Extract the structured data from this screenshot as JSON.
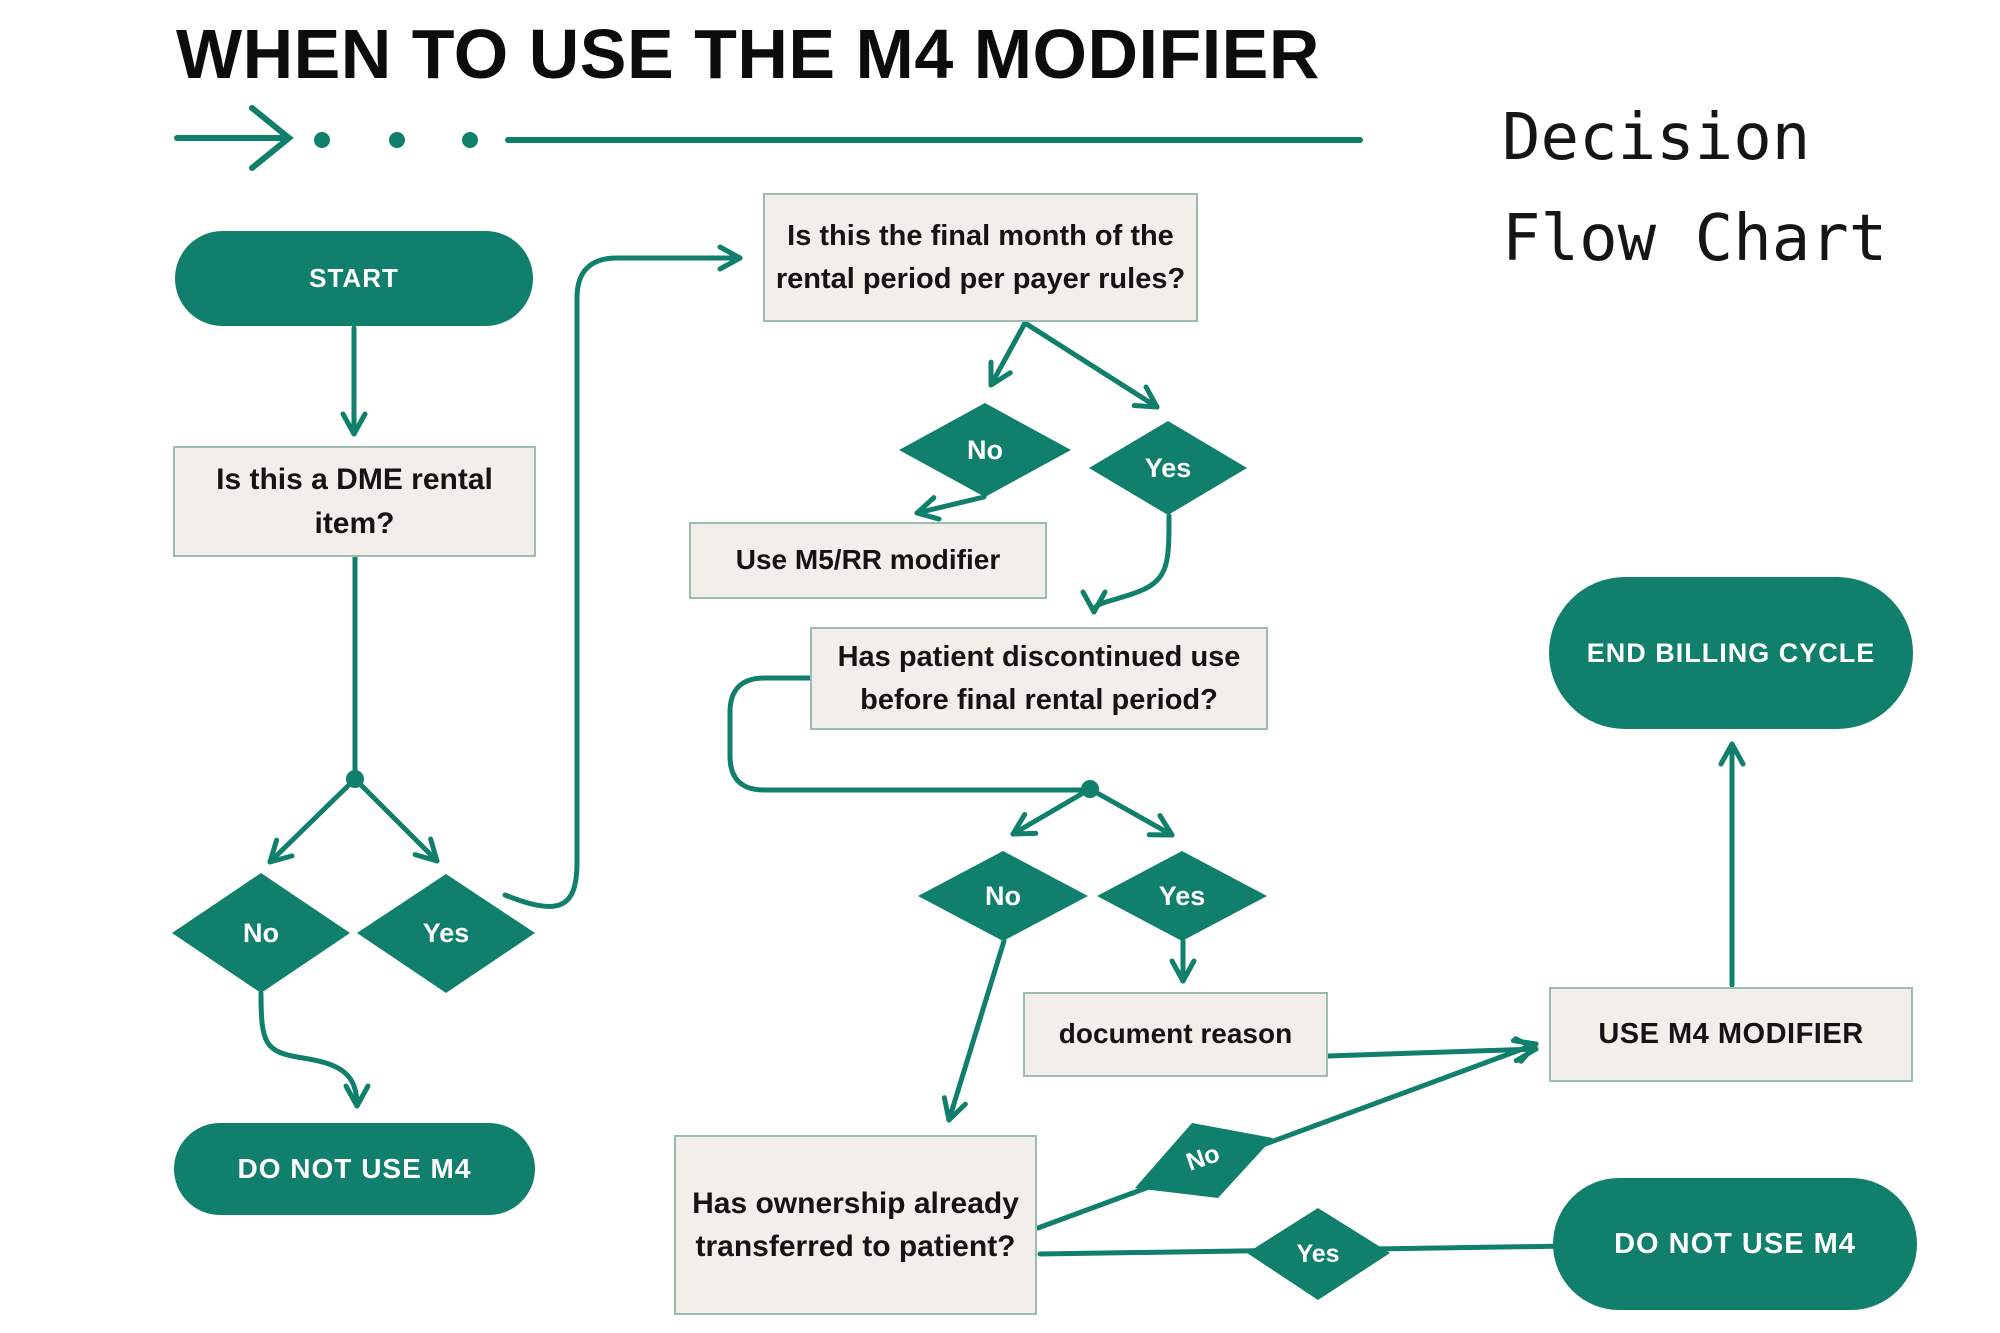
{
  "header": {
    "title": "WHEN TO USE THE M4 MODIFIER",
    "subtitle_lines": [
      "Decision",
      "Flow Chart"
    ]
  },
  "colors": {
    "teal": "#107f6b",
    "box_fill": "#f2eee9",
    "box_border": "#9cbcb1",
    "title_ink": "#0c0c0c"
  },
  "nodes": {
    "start": "START",
    "q_dme_rental": "Is this a DME rental item?",
    "do_not_use_left": "DO NOT USE M4",
    "q_final_month": "Is this the final month of the\nrental period per payer rules?",
    "use_m5_rr": "Use M5/RR modifier",
    "q_discontinued": "Has patient discontinued use\nbefore final rental period?",
    "document_reason": "document reason",
    "q_ownership": "Has ownership already\ntransferred to patient?",
    "use_m4": "USE M4 MODIFIER",
    "end_billing": "END BILLING CYCLE",
    "do_not_use_right": "DO NOT USE M4"
  },
  "decisions": {
    "after_dme": {
      "no": "No",
      "yes": "Yes"
    },
    "after_final_month": {
      "no": "No",
      "yes": "Yes"
    },
    "after_discontinued": {
      "no": "No",
      "yes": "Yes"
    },
    "after_ownership": {
      "no": "No",
      "yes": "Yes"
    }
  }
}
